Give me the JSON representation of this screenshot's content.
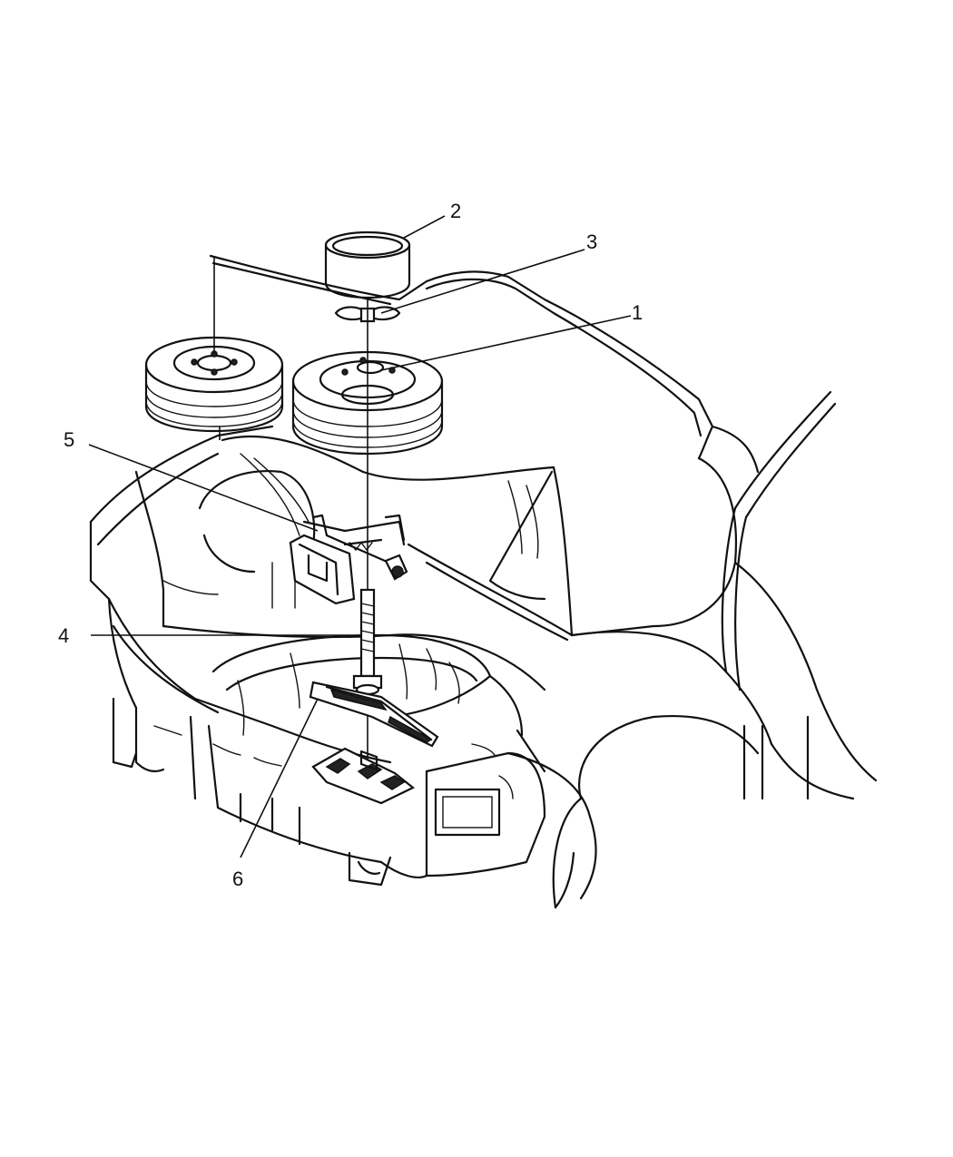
{
  "callouts": {
    "c1": "1",
    "c2": "2",
    "c3": "3",
    "c4": "4",
    "c5": "5",
    "c6": "6"
  },
  "colors": {
    "line": "#111111",
    "background": "#ffffff"
  }
}
